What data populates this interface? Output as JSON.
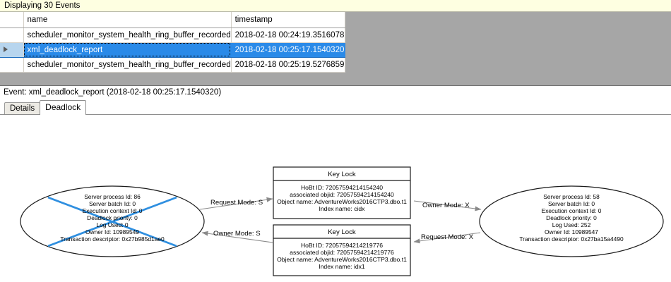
{
  "status_bar": {
    "text": "Displaying 30 Events"
  },
  "grid": {
    "columns": [
      "name",
      "timestamp"
    ],
    "rows": [
      {
        "selector": "",
        "name": "scheduler_monitor_system_health_ring_buffer_recorded",
        "timestamp": "2018-02-18 00:24:19.3516078",
        "selected": false
      },
      {
        "selector": "row-selector-arrow-icon",
        "name": "xml_deadlock_report",
        "timestamp": "2018-02-18 00:25:17.1540320",
        "selected": true
      },
      {
        "selector": "",
        "name": "scheduler_monitor_system_health_ring_buffer_recorded",
        "timestamp": "2018-02-18 00:25:19.5276859",
        "selected": false
      }
    ],
    "selection_color": "#2a8ae8"
  },
  "event_header": {
    "text": "Event: xml_deadlock_report (2018-02-18 00:25:17.1540320)"
  },
  "tabs": [
    {
      "label": "Details",
      "active": false
    },
    {
      "label": "Deadlock",
      "active": true
    }
  ],
  "deadlock_graph": {
    "victim_marker_color": "#2f8fe0",
    "processes": [
      {
        "id": "left-process-node",
        "is_victim": true,
        "lines": [
          "Server process Id: 86",
          "Server batch Id: 0",
          "Execution context Id: 0",
          "Deadlock priority: 0",
          "Log Used: 0",
          "Owner Id: 10989549",
          "Transaction descriptor: 0x27b985d1ae0"
        ]
      },
      {
        "id": "right-process-node",
        "is_victim": false,
        "lines": [
          "Server process Id: 58",
          "Server batch Id: 0",
          "Execution context Id: 0",
          "Deadlock priority: 0",
          "Log Used: 252",
          "Owner Id: 10989547",
          "Transaction descriptor: 0x27ba15a4490"
        ]
      }
    ],
    "resources": [
      {
        "id": "top-key-lock-node",
        "title": "Key Lock",
        "lines": [
          "HoBt ID: 72057594214154240",
          "associated objid: 72057594214154240",
          "Object name: AdventureWorks2016CTP3.dbo.t1",
          "Index name: cidx"
        ]
      },
      {
        "id": "bottom-key-lock-node",
        "title": "Key Lock",
        "lines": [
          "HoBt ID: 72057594214219776",
          "associated objid: 72057594214219776",
          "Object name: AdventureWorks2016CTP3.dbo.t1",
          "Index name: idx1"
        ]
      }
    ],
    "edges": [
      {
        "id": "edge-left-request-top",
        "label": "Request Mode: S"
      },
      {
        "id": "edge-top-owner-right",
        "label": "Owner Mode: X"
      },
      {
        "id": "edge-bottom-owner-left",
        "label": "Owner Mode: S"
      },
      {
        "id": "edge-right-request-bottom",
        "label": "Request Mode: X"
      }
    ]
  }
}
